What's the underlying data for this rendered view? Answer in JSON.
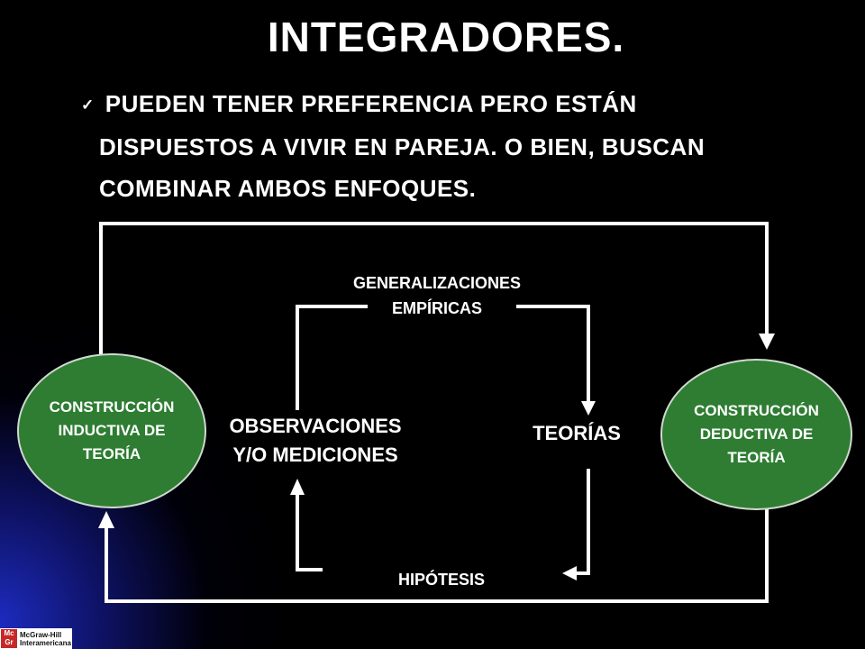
{
  "slide": {
    "title": "INTEGRADORES.",
    "bullet": {
      "icon": "checkmark-icon",
      "line1": "PUEDEN TENER PREFERENCIA PERO ESTÁN",
      "line2": "DISPUESTOS A VIVIR EN PAREJA. O BIEN, BUSCAN",
      "line3": "COMBINAR AMBOS ENFOQUES."
    }
  },
  "diagram": {
    "inductive_line1": "CONSTRUCCIÓN",
    "inductive_line2": "INDUCTIVA DE",
    "inductive_line3": "TEORÍA",
    "deductive_line1": "CONSTRUCCIÓN",
    "deductive_line2": "DEDUCTIVA DE",
    "deductive_line3": "TEORÍA",
    "generalizaciones_line1": "GENERALIZACIONES",
    "generalizaciones_line2": "EMPÍRICAS",
    "observaciones_line1": "OBSERVACIONES",
    "observaciones_line2": "Y/O MEDICIONES",
    "teorias": "TEORÍAS",
    "hipotesis": "HIPÓTESIS"
  },
  "footer": {
    "logo_line1": "McGraw-Hill",
    "logo_line2": "Interamericana"
  },
  "colors": {
    "background": "#000000",
    "text": "#ffffff",
    "ellipse_fill": "#2e7d32",
    "glow": "#1e2dc8"
  }
}
